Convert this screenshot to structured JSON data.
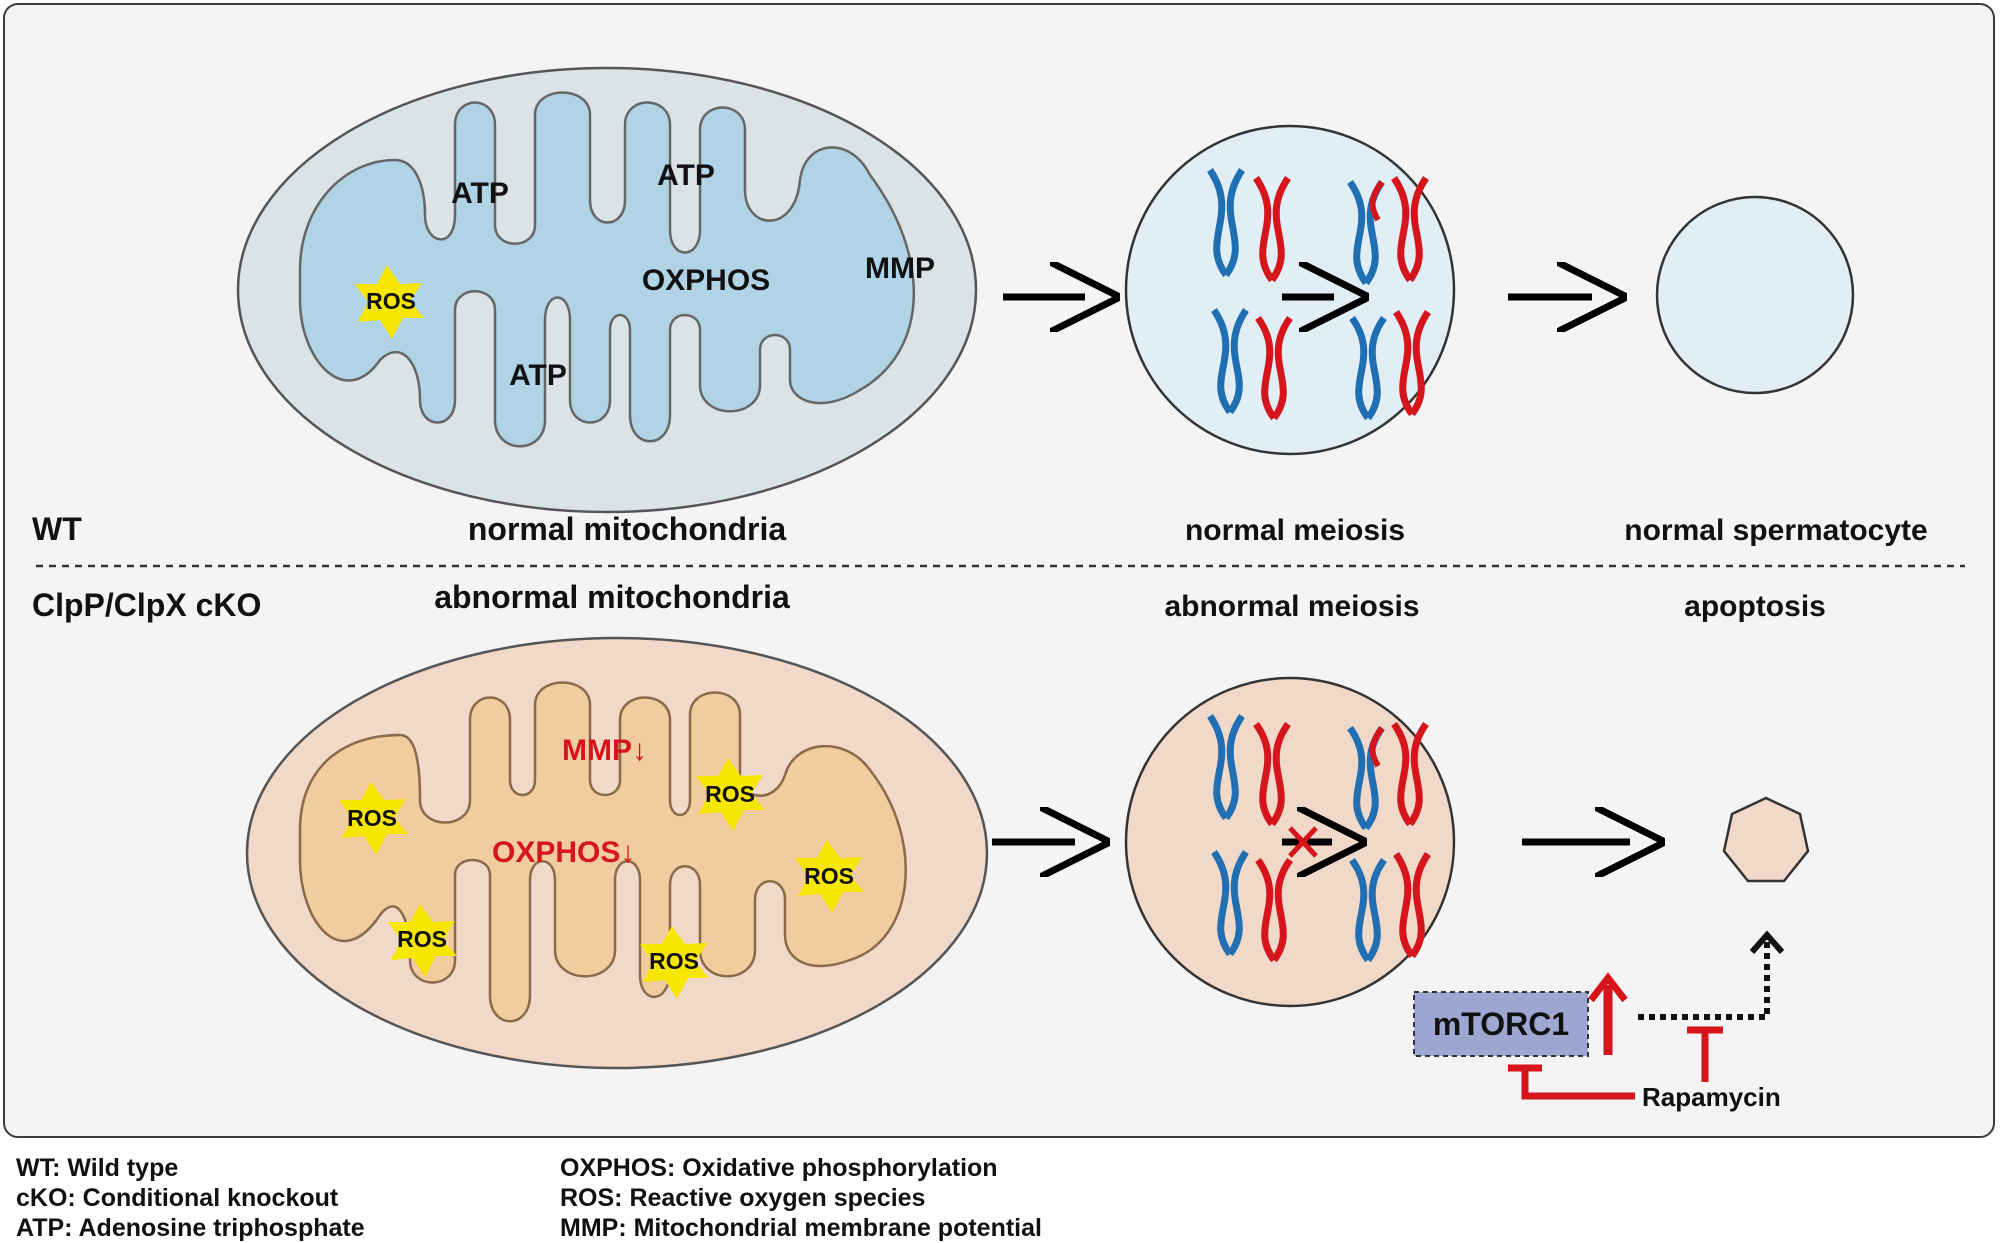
{
  "colors": {
    "panel_bg": "#f4f4f4",
    "panel_border": "#3a3a3a",
    "wt_outer": "#dbe3e6",
    "wt_inner": "#b0d4e6",
    "cko_outer": "#f0d9c8",
    "cko_inner": "#f0cc9e",
    "wt_cell": "#e1eef6",
    "cko_cell": "#f0d9c8",
    "chrom_blue": "#1f6fb2",
    "chrom_red": "#d6141b",
    "ros_star": "#f7e600",
    "mtorc1_box": "#9ea7d1",
    "alert_red": "#d6141b"
  },
  "wt": {
    "group_label": "WT",
    "mito_label": "normal mitochondria",
    "meiosis_label": "normal meiosis",
    "cell_label": "normal spermatocyte",
    "mito_text": {
      "atp_1": "ATP",
      "atp_2": "ATP",
      "atp_3": "ATP",
      "oxphos": "OXPHOS",
      "mmp": "MMP",
      "ros": "ROS"
    }
  },
  "cko": {
    "group_label": "ClpP/ClpX cKO",
    "mito_label": "abnormal mitochondria",
    "meiosis_label": "abnormal meiosis",
    "cell_label": "apoptosis",
    "mito_text": {
      "mmp_down": "MMP↓",
      "oxphos_down": "OXPHOS↓",
      "ros_1": "ROS",
      "ros_2": "ROS",
      "ros_3": "ROS",
      "ros_4": "ROS",
      "ros_5": "ROS"
    },
    "pathway": {
      "mtorc1": "mTORC1",
      "rapamycin": "Rapamycin"
    }
  },
  "legend": {
    "left": [
      "WT: Wild type",
      "cKO: Conditional knockout",
      "ATP: Adenosine triphosphate"
    ],
    "right": [
      "OXPHOS: Oxidative phosphorylation",
      "ROS: Reactive oxygen species",
      "MMP: Mitochondrial membrane potential"
    ]
  }
}
